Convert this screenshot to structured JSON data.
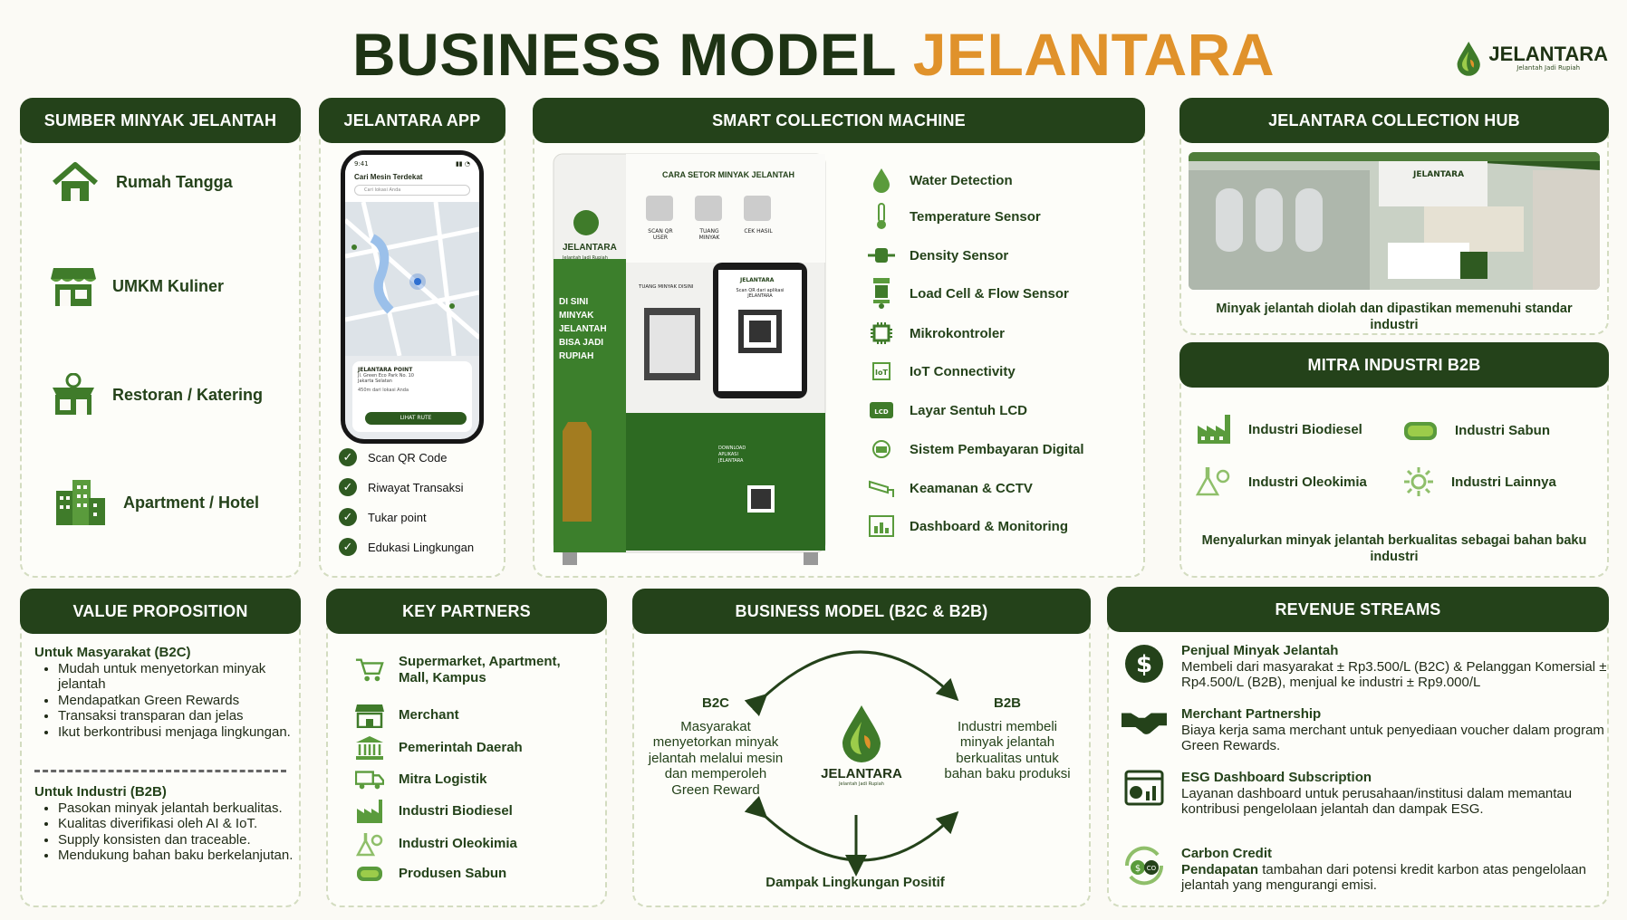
{
  "title": {
    "part1": "BUSINESS MODEL",
    "part2": "JELANTARA"
  },
  "logo": {
    "name": "JELANTARA",
    "tagline": "Jelantah Jadi Rupiah"
  },
  "sumber": {
    "header": "SUMBER MINYAK JELANTAH",
    "items": [
      {
        "label": "Rumah Tangga",
        "icon": "house-icon"
      },
      {
        "label": "UMKM Kuliner",
        "icon": "shop-icon"
      },
      {
        "label": "Restoran / Katering",
        "icon": "restaurant-icon"
      },
      {
        "label": "Apartment / Hotel",
        "icon": "building-icon"
      }
    ]
  },
  "app": {
    "header": "JELANTARA APP",
    "phone": {
      "time": "9:41",
      "title": "Cari Mesin Terdekat",
      "search": "Cari lokasi Anda",
      "point": "JELANTARA POINT",
      "address": "Jl. Green Eco Park No. 10 Jakarta Selatan",
      "distance": "450m dari lokasi Anda",
      "button": "LIHAT RUTE"
    },
    "features": [
      "Scan QR Code",
      "Riwayat Transaksi",
      "Tukar point",
      "Edukasi Lingkungan"
    ]
  },
  "machine": {
    "header": "SMART COLLECTION MACHINE",
    "panel": {
      "steps_title": "CARA SETOR MINYAK JELANTAH",
      "step1": "SCAN QR USER",
      "step2": "TUANG MINYAK",
      "step3": "CEK HASIL",
      "brand": "JELANTARA",
      "brand_tag": "Jelantah Jadi Rupiah",
      "slogan": "DI SINI MINYAK JELANTAH BISA JADI RUPIAH",
      "pour": "TUANG MINYAK DISINI",
      "screen_title": "JELANTARA",
      "screen_text": "Scan QR dari aplikasi JELANTARA",
      "download": "DOWNLOAD APLIKASI JELANTARA"
    },
    "features": [
      {
        "label": "Water Detection",
        "icon": "water-drop-icon"
      },
      {
        "label": "Temperature Sensor",
        "icon": "thermometer-icon"
      },
      {
        "label": "Density Sensor",
        "icon": "density-sensor-icon"
      },
      {
        "label": "Load Cell & Flow Sensor",
        "icon": "load-cell-icon"
      },
      {
        "label": "Mikrokontroler",
        "icon": "chip-icon"
      },
      {
        "label": "IoT Connectivity",
        "icon": "iot-icon"
      },
      {
        "label": "Layar Sentuh LCD",
        "icon": "lcd-icon"
      },
      {
        "label": "Sistem Pembayaran Digital",
        "icon": "payment-icon"
      },
      {
        "label": "Keamanan & CCTV",
        "icon": "cctv-icon"
      },
      {
        "label": "Dashboard & Monitoring",
        "icon": "dashboard-icon"
      }
    ]
  },
  "hub": {
    "header": "JELANTARA COLLECTION HUB",
    "caption": "Minyak jelantah diolah dan dipastikan memenuhi standar industri",
    "sign": "JELANTARA"
  },
  "mitra": {
    "header": "MITRA INDUSTRI B2B",
    "items": [
      {
        "label": "Industri Biodiesel",
        "icon": "factory-icon"
      },
      {
        "label": "Industri Sabun",
        "icon": "soap-icon"
      },
      {
        "label": "Industri Oleokimia",
        "icon": "chemistry-icon"
      },
      {
        "label": "Industri Lainnya",
        "icon": "gear-icon"
      }
    ],
    "caption": "Menyalurkan minyak jelantah berkualitas sebagai bahan baku industri"
  },
  "value": {
    "header": "VALUE PROPOSITION",
    "b2c_title": "Untuk Masyarakat (B2C)",
    "b2c": [
      "Mudah untuk menyetorkan minyak jelantah",
      "Mendapatkan Green Rewards",
      "Transaksi transparan dan jelas",
      "Ikut berkontribusi menjaga lingkungan."
    ],
    "b2b_title": "Untuk Industri (B2B)",
    "b2b": [
      "Pasokan minyak jelantah berkualitas.",
      "Kualitas diverifikasi oleh AI & IoT.",
      "Supply konsisten dan traceable.",
      "Mendukung bahan baku berkelanjutan."
    ]
  },
  "partners": {
    "header": "KEY PARTNERS",
    "items": [
      {
        "label": "Supermarket, Apartment, Mall, Kampus",
        "icon": "cart-icon"
      },
      {
        "label": "Merchant",
        "icon": "store-icon"
      },
      {
        "label": "Pemerintah Daerah",
        "icon": "government-icon"
      },
      {
        "label": "Mitra Logistik",
        "icon": "truck-icon"
      },
      {
        "label": "Industri Biodiesel",
        "icon": "factory-icon"
      },
      {
        "label": "Industri Oleokimia",
        "icon": "chemistry-icon"
      },
      {
        "label": "Produsen Sabun",
        "icon": "soap-icon"
      }
    ]
  },
  "bm": {
    "header": "BUSINESS MODEL (B2C & B2B)",
    "b2c_title": "B2C",
    "b2c_text": "Masyarakat menyetorkan minyak jelantah melalui mesin dan memperoleh Green Reward",
    "b2b_title": "B2B",
    "b2b_text": "Industri membeli minyak jelantah berkualitas untuk bahan baku produksi",
    "center": "JELANTARA",
    "center_tag": "Jelantah Jadi Rupiah",
    "bottom": "Dampak Lingkungan Positif"
  },
  "revenue": {
    "header": "REVENUE STREAMS",
    "items": [
      {
        "title": "Penjual Minyak Jelantah",
        "text": "Membeli dari masyarakat ± Rp3.500/L (B2C) & Pelanggan Komersial ± Rp4.500/L (B2B), menjual ke industri ± Rp9.000/L",
        "icon": "dollar-icon"
      },
      {
        "title": "Merchant Partnership",
        "text": "Biaya kerja sama merchant untuk penyediaan voucher dalam program Green Rewards.",
        "icon": "handshake-icon"
      },
      {
        "title": "ESG Dashboard Subscription",
        "text": "Layanan dashboard untuk perusahaan/institusi dalam memantau kontribusi pengelolaan jelantah dan dampak ESG.",
        "icon": "dashboard-icon"
      },
      {
        "title": "Carbon Credit",
        "bold": "Pendapatan",
        "text": " tambahan dari potensi kredit karbon atas pengelolaan jelantah yang mengurangi emisi.",
        "icon": "carbon-credit-icon"
      }
    ]
  },
  "colors": {
    "primary": "#24421a",
    "accent": "#e0922b",
    "green": "#3f7b2a",
    "background": "#fbfaf5"
  }
}
